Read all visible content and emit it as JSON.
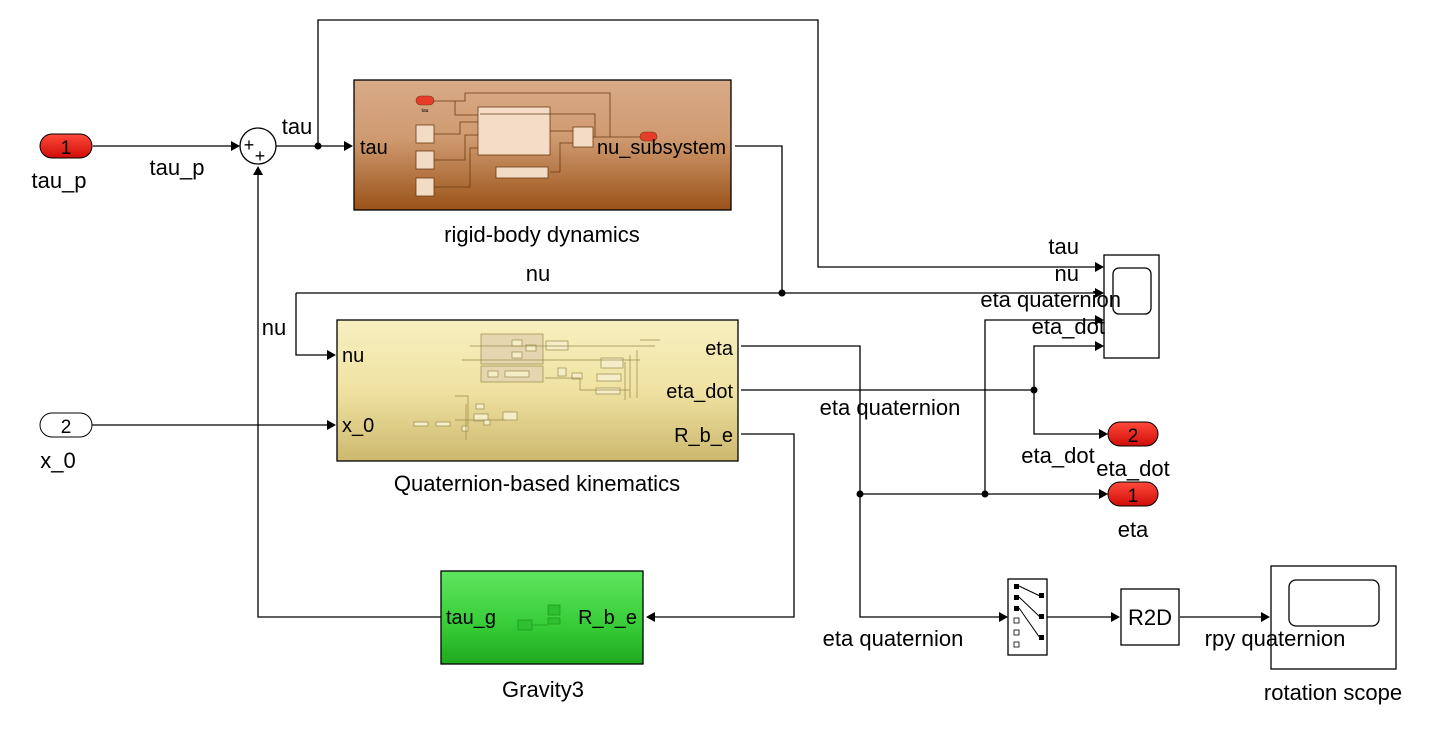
{
  "ports": {
    "in_tau_p": {
      "number": "1",
      "name": "tau_p"
    },
    "in_x_0": {
      "number": "2",
      "name": "x_0"
    },
    "out_eta_dot": {
      "number": "2",
      "name": "eta_dot"
    },
    "out_eta": {
      "number": "1",
      "name": "eta"
    }
  },
  "blocks": {
    "rigid_body": {
      "name": "rigid-body dynamics",
      "in_port": "tau",
      "out_port": "nu_subsystem",
      "inner_label": "tau"
    },
    "kinematics": {
      "name": "Quaternion-based kinematics",
      "in_ports": [
        "nu",
        "x_0"
      ],
      "out_ports": [
        "eta",
        "eta_dot",
        "R_b_e"
      ]
    },
    "gravity": {
      "name": "Gravity3",
      "in_port": "R_b_e",
      "out_port": "tau_g"
    },
    "r2d": {
      "name": "R2D"
    },
    "rotation_scope": {
      "name": "rotation scope"
    }
  },
  "signals": {
    "tau_p": "tau_p",
    "tau": "tau",
    "nu_top": "nu",
    "nu_left": "nu",
    "scope_tau": "tau",
    "scope_nu": "nu",
    "scope_eta_quat": "eta quaternion",
    "scope_eta_dot": "eta_dot",
    "eta_quat_mid": "eta quaternion",
    "eta_dot_mid": "eta_dot",
    "eta_quat_bottom": "eta quaternion",
    "rpy_quat": "rpy quaternion"
  },
  "colors": {
    "port_red": "#e8120f",
    "port_white": "#ffffff",
    "rigid_top": "#d4a27f",
    "rigid_bottom": "#9a5318",
    "kin_top": "#f5ecb5",
    "kin_bottom": "#d4c27a",
    "grav_top": "#4ee24e",
    "grav_bottom": "#20b020"
  }
}
